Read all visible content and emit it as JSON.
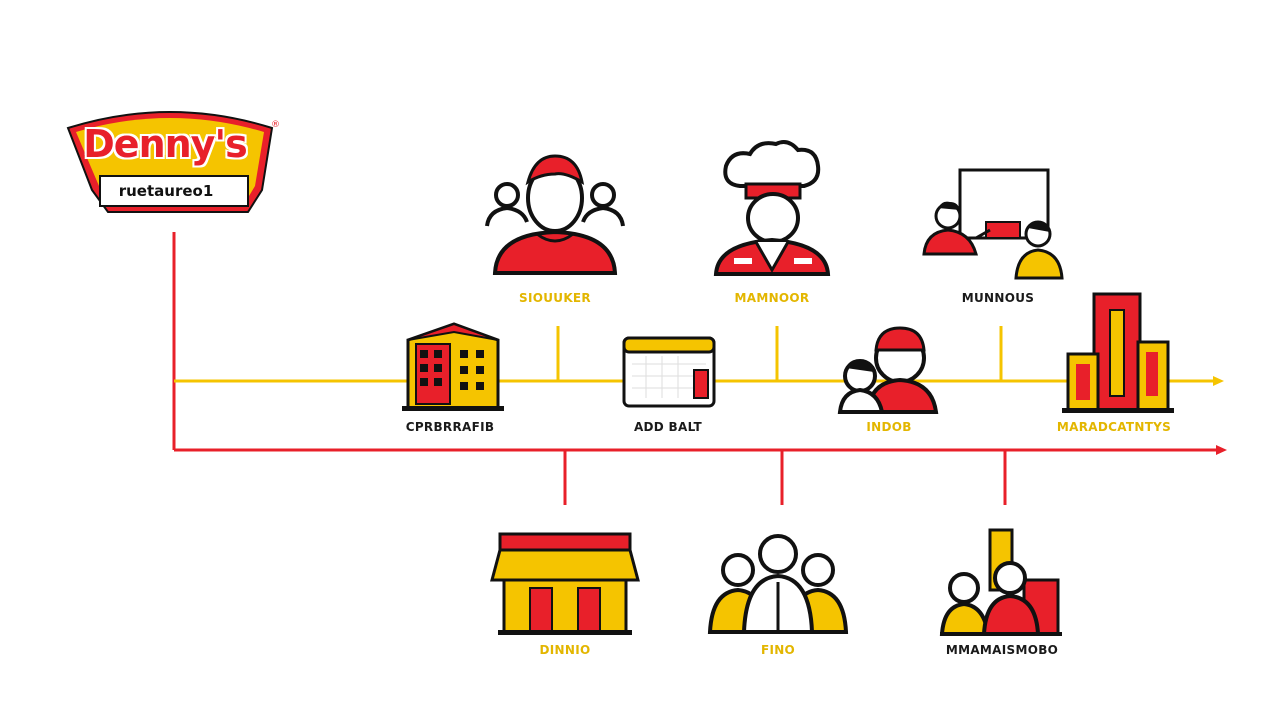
{
  "logo": {
    "title": "Denny's",
    "subtitle": "ruetaureo1",
    "registered_mark": "®"
  },
  "colors": {
    "red": "#e8202a",
    "yellow": "#f5c400",
    "black": "#111111"
  },
  "diagram": {
    "top_nodes": [
      {
        "label": "SIOUUKER",
        "icon": "team-group-icon"
      },
      {
        "label": "MAMNOOR",
        "icon": "chef-icon"
      },
      {
        "label": "MUNNOUS",
        "icon": "training-screen-icon"
      }
    ],
    "middle_nodes": [
      {
        "label": "CPRBRRAFIB",
        "icon": "building-icon"
      },
      {
        "label": "ADD BALT",
        "icon": "calendar-icon"
      },
      {
        "label": "INDOB",
        "icon": "staff-pair-icon"
      },
      {
        "label": "MARADCATNTYS",
        "icon": "city-buildings-icon"
      }
    ],
    "bottom_nodes": [
      {
        "label": "DINNIO",
        "icon": "storefront-icon"
      },
      {
        "label": "FINO",
        "icon": "crowd-icon"
      },
      {
        "label": "MMAMAISMOBO",
        "icon": "corporate-people-icon"
      }
    ]
  }
}
